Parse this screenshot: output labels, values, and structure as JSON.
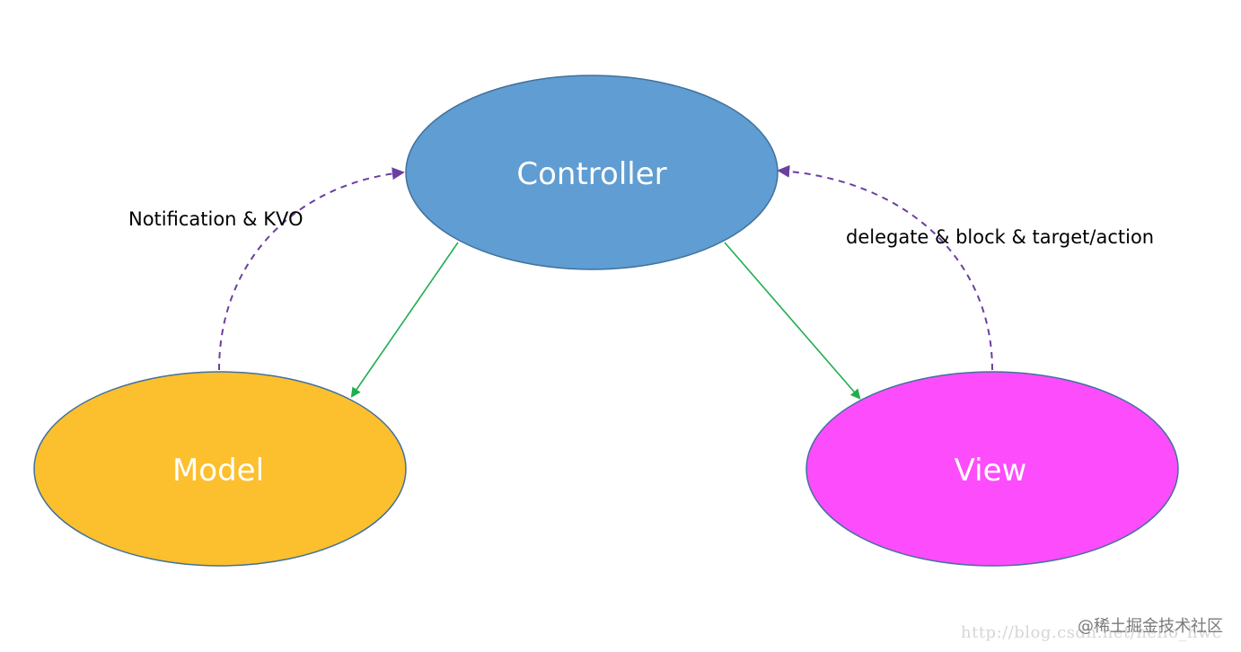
{
  "nodes": {
    "controller": {
      "label": "Controller",
      "color": "#5f9dd2"
    },
    "model": {
      "label": "Model",
      "color": "#fcbf2e"
    },
    "view": {
      "label": "View",
      "color": "#fc4cfc"
    }
  },
  "edges": {
    "model_to_controller": {
      "label": "Notification & KVO",
      "style": "dashed",
      "color": "#6b3fa0"
    },
    "view_to_controller": {
      "label": "delegate & block & target/action",
      "style": "dashed",
      "color": "#6b3fa0"
    },
    "controller_to_model": {
      "style": "solid",
      "color": "#1fae4f"
    },
    "controller_to_view": {
      "style": "solid",
      "color": "#1fae4f"
    }
  },
  "watermark": {
    "url": "http://blog.csdn.net/hello_hwc",
    "brand": "@稀土掘金技术社区"
  }
}
